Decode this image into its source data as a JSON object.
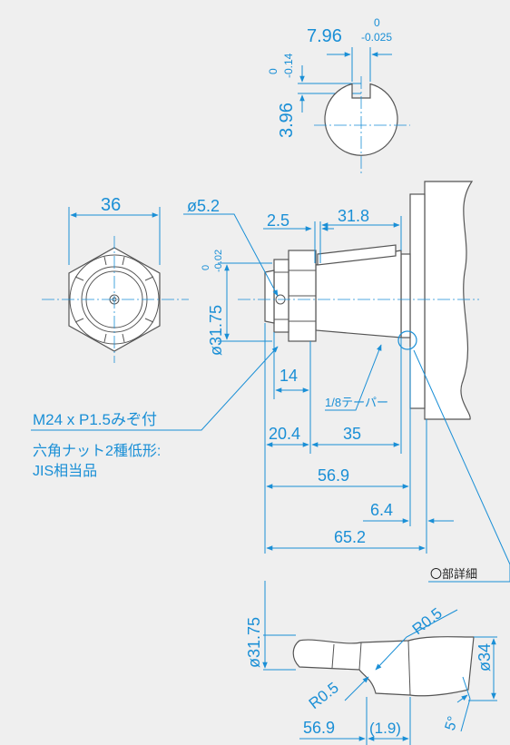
{
  "colors": {
    "background": "#efefef",
    "dimension": "#1a8fd6",
    "outline": "#555555",
    "part_fill": "#ffffff"
  },
  "shaft_section": {
    "key_width": "7.96",
    "key_width_tol_upper": "0",
    "key_width_tol_lower": "-0.025",
    "key_depth": "3.96",
    "key_depth_tol_upper": "0",
    "key_depth_tol_lower": "-0.14"
  },
  "hex_view": {
    "width": "36"
  },
  "side_view": {
    "hole_dia": "ø5.2",
    "flange": "2.5",
    "taper_len": "31.8",
    "shaft_dia": "ø31.75",
    "shaft_dia_tol_upper": "0",
    "shaft_dia_tol_lower": "-0.02",
    "nut_len": "14",
    "taper_note": "1/8テーパー",
    "d1": "20.4",
    "d2": "35",
    "d3": "56.9",
    "d4": "6.4",
    "d5": "65.2"
  },
  "notes": {
    "thread": "M24 x P1.5みぞ付",
    "nut_line1": "六角ナット2種低形:",
    "nut_line2": "JIS相当品"
  },
  "detail": {
    "label": "〇部詳細",
    "dia_left": "ø31.75",
    "dia_right": "ø34",
    "radius_top": "R0.5",
    "radius_bottom": "R0.5",
    "len_left": "56.9",
    "len_mid": "(1.9)",
    "angle": "5°"
  }
}
